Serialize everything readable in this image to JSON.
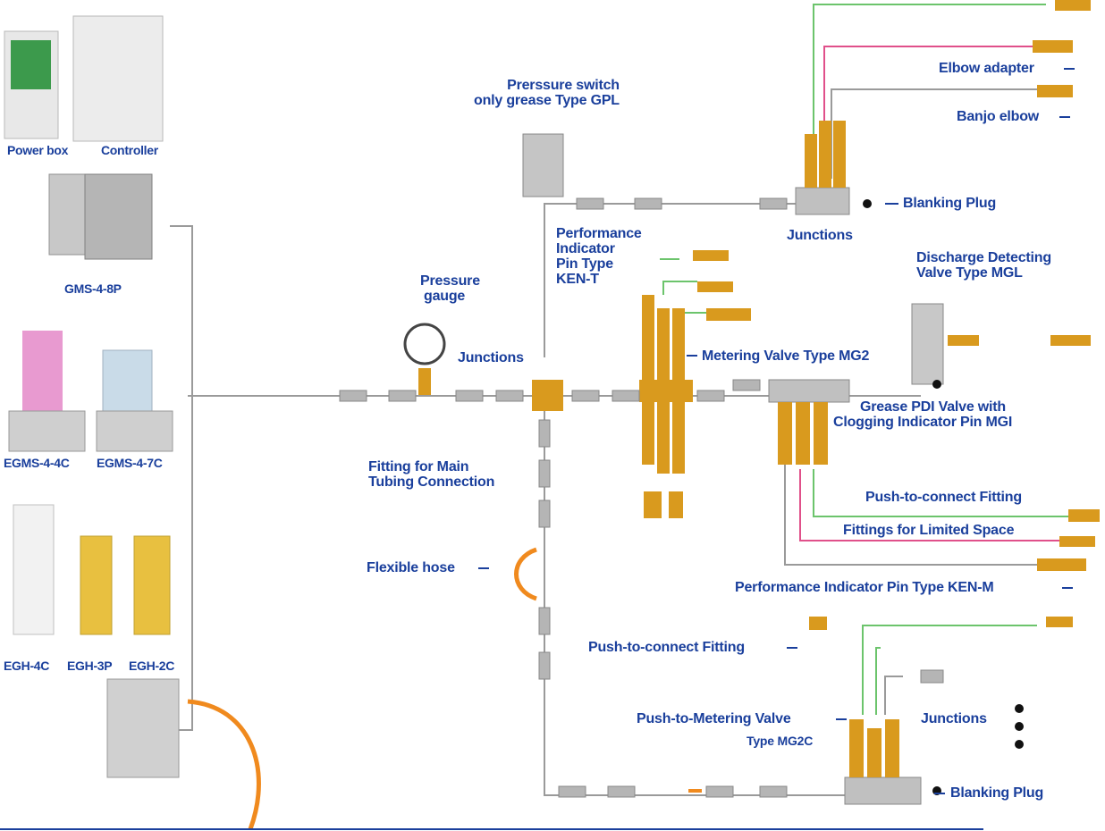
{
  "products": {
    "power_box": "Power box",
    "controller": "Controller",
    "gms": "GMS-4-8P",
    "egms4": "EGMS-4-4C",
    "egms7": "EGMS-4-7C",
    "egh4": "EGH-4C",
    "egh3": "EGH-3P",
    "egh2": "EGH-2C"
  },
  "labels": {
    "pressure_switch_1": "Prerssure switch",
    "pressure_switch_2": "only grease Type GPL",
    "elbow_adapter": "Elbow adapter",
    "banjo_elbow": "Banjo elbow",
    "blanking_plug_top": "Blanking Plug",
    "junctions_top": "Junctions",
    "pin_type_1": "Performance",
    "pin_type_2": "Indicator",
    "pin_type_3": "Pin  Type",
    "pin_type_4": "KEN-T",
    "discharge_1": "Discharge Detecting",
    "discharge_2": "Valve Type MGL",
    "pressure_gauge_1": "Pressure",
    "pressure_gauge_2": "gauge",
    "junctions_mid": "Junctions",
    "metering_valve": "Metering Valve Type MG2",
    "pdi_1": "Grease PDI Valve with",
    "pdi_2": "Clogging Indicator Pin MGI",
    "main_fitting_1": "Fitting for Main",
    "main_fitting_2": "Tubing Connection",
    "push_fitting_right": "Push-to-connect Fitting",
    "limited_space": "Fittings for Limited Space",
    "flexible_hose": "Flexible hose",
    "ken_m": "Performance Indicator Pin Type KEN-M",
    "push_fitting_bottom": "Push-to-connect Fitting",
    "push_metering_1": "Push-to-Metering Valve",
    "push_metering_2": "Type MG2C",
    "junctions_bottom": "Junctions",
    "blanking_plug_bottom": "Blanking Plug"
  },
  "colors": {
    "label_blue": "#1a3f9c",
    "brass": "#d99a1e",
    "green_line": "#6cc46c",
    "pink_line": "#e0508a",
    "gray_line": "#9a9a9a",
    "orange_hose": "#f08a1e"
  }
}
